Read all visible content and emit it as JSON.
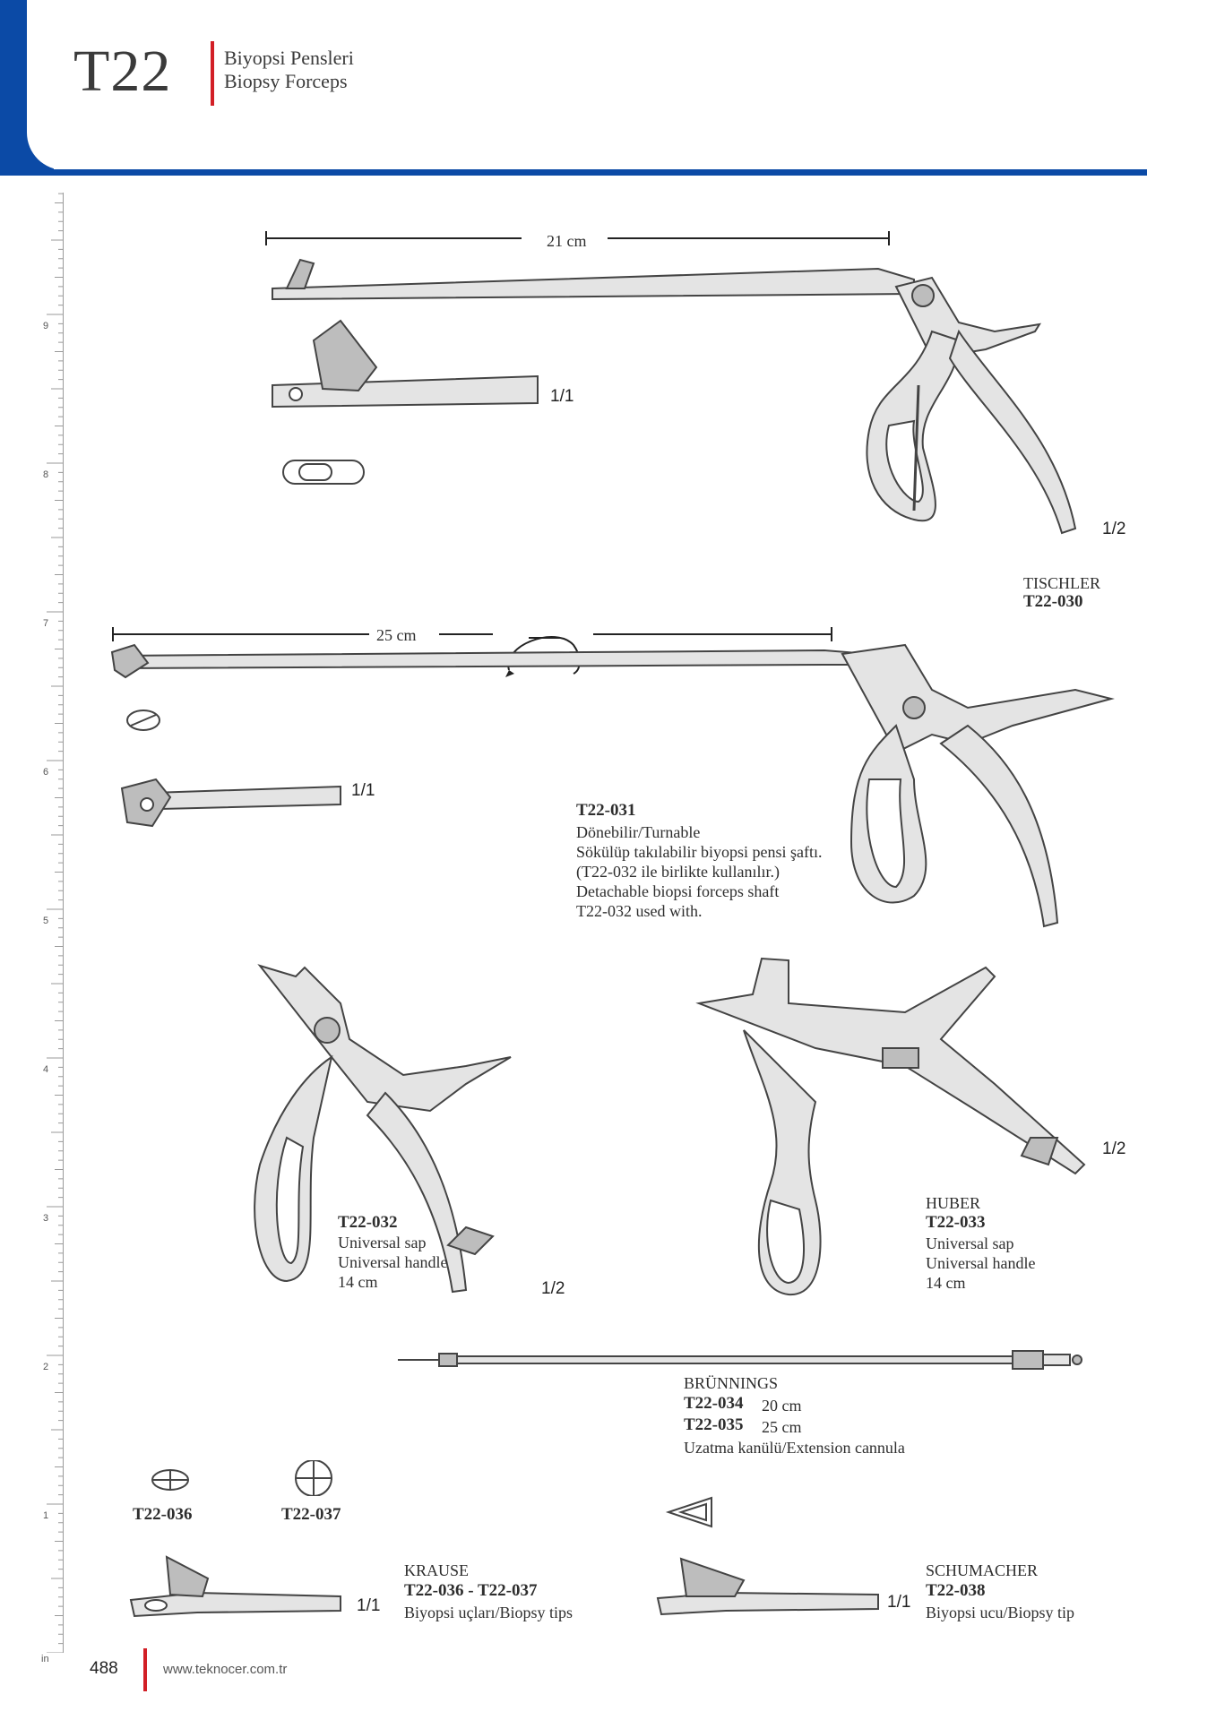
{
  "header": {
    "code": "T22",
    "title_tr": "Biyopsi Pensleri",
    "title_en": "Biopsy Forceps"
  },
  "ruler": {
    "numbers": [
      "9",
      "8",
      "7",
      "6",
      "5",
      "4",
      "3",
      "2",
      "1"
    ],
    "unit": "in"
  },
  "items": {
    "t22_030": {
      "length": "21 cm",
      "scale_full": "1/2",
      "scale_tip": "1/1",
      "name": "TISCHLER",
      "code": "T22-030"
    },
    "t22_031": {
      "length": "25 cm",
      "scale_tip": "1/1",
      "code": "T22-031",
      "line1": "Dönebilir/Turnable",
      "line2": "Sökülüp takılabilir biyopsi pensi şaftı.",
      "line3": "(T22-032 ile birlikte kullanılır.)",
      "line4": "Detachable biopsi forceps shaft",
      "line5": "T22-032 used with."
    },
    "t22_032": {
      "code": "T22-032",
      "line1": "Universal sap",
      "line2": "Universal handle",
      "line3": "14 cm",
      "scale": "1/2"
    },
    "t22_033": {
      "name": "HUBER",
      "code": "T22-033",
      "line1": "Universal sap",
      "line2": "Universal handle",
      "line3": "14 cm",
      "scale": "1/2"
    },
    "brunnings": {
      "name": "BRÜNNINGS",
      "code1": "T22-034",
      "len1": "20 cm",
      "code2": "T22-035",
      "len2": "25 cm",
      "desc": "Uzatma kanülü/Extension cannula"
    },
    "krause": {
      "tip_code_1": "T22-036",
      "tip_code_2": "T22-037",
      "name": "KRAUSE",
      "codes": "T22-036 - T22-037",
      "desc": "Biyopsi uçları/Biopsy tips",
      "scale": "1/1"
    },
    "schumacher": {
      "name": "SCHUMACHER",
      "code": "T22-038",
      "desc": "Biyopsi ucu/Biopsy tip",
      "scale": "1/1"
    }
  },
  "footer": {
    "page": "488",
    "website": "www.teknocer.com.tr"
  },
  "colors": {
    "brand_blue": "#0b4aa6",
    "accent_red": "#d21f26"
  }
}
